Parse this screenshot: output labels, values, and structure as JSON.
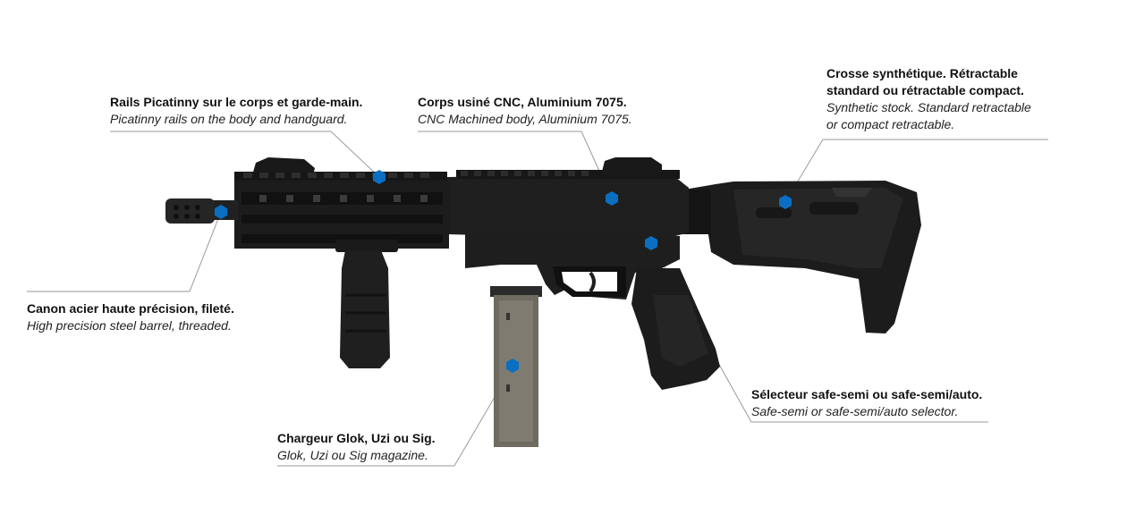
{
  "labels": {
    "rails": {
      "fr": "Rails Picatinny sur le corps et garde-main.",
      "en": "Picatinny rails on the body and handguard."
    },
    "body": {
      "fr": "Corps usiné CNC, Aluminium 7075.",
      "en": "CNC Machined body, Aluminium 7075."
    },
    "stock": {
      "fr_line1": "Crosse synthétique. Rétractable",
      "fr_line2": "standard ou rétractable compact.",
      "en_line1": "Synthetic stock. Standard retractable",
      "en_line2": "or compact retractable."
    },
    "barrel": {
      "fr": "Canon acier haute précision, fileté.",
      "en": "High precision steel barrel, threaded."
    },
    "selector": {
      "fr": "Sélecteur safe-semi ou safe-semi/auto.",
      "en": "Safe-semi or safe-semi/auto selector."
    },
    "magazine": {
      "fr": "Chargeur Glok, Uzi ou Sig.",
      "en": "Glok, Uzi ou Sig magazine."
    }
  },
  "colors": {
    "marker": "#0a6fc2",
    "leader": "#9a9a9a",
    "rifle": "#1c1d1c"
  }
}
